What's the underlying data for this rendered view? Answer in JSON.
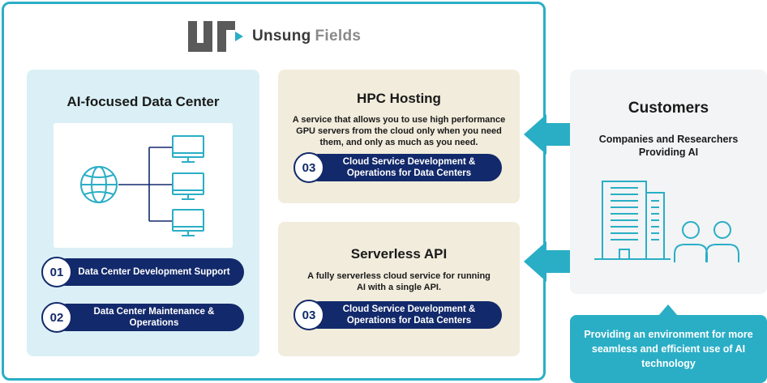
{
  "logo": {
    "word1": "Unsung",
    "word2": "Fields",
    "icon": "unsung-fields-logo-mark"
  },
  "datacenter": {
    "title": "AI-focused Data Center",
    "icons": [
      "globe-icon",
      "monitor-icon"
    ],
    "items": [
      {
        "num": "01",
        "label": "Data Center Development Support"
      },
      {
        "num": "02",
        "label": "Data Center Maintenance & Operations"
      }
    ]
  },
  "hpc": {
    "title": "HPC Hosting",
    "desc": "A service that allows you to use high performance GPU servers from the cloud only when you need them, and only as much as you need.",
    "tag": {
      "num": "03",
      "label": "Cloud Service Development & Operations for Data Centers"
    }
  },
  "serverless": {
    "title": "Serverless API",
    "desc": "A fully serverless cloud service for running AI with a single API.",
    "tag": {
      "num": "03",
      "label": "Cloud Service Development & Operations for Data Centers"
    }
  },
  "customers": {
    "title": "Customers",
    "subtitle": "Companies and Researchers Providing AI",
    "icons": [
      "building-icon",
      "people-icon"
    ]
  },
  "environment": {
    "text": "Providing an environment for more seamless and efficient use of AI technology"
  },
  "colors": {
    "accent": "#2aaec6",
    "navy": "#12296b",
    "light_blue": "#daf0f6",
    "beige": "#f1ecdc",
    "gray": "#f2f4f5"
  }
}
